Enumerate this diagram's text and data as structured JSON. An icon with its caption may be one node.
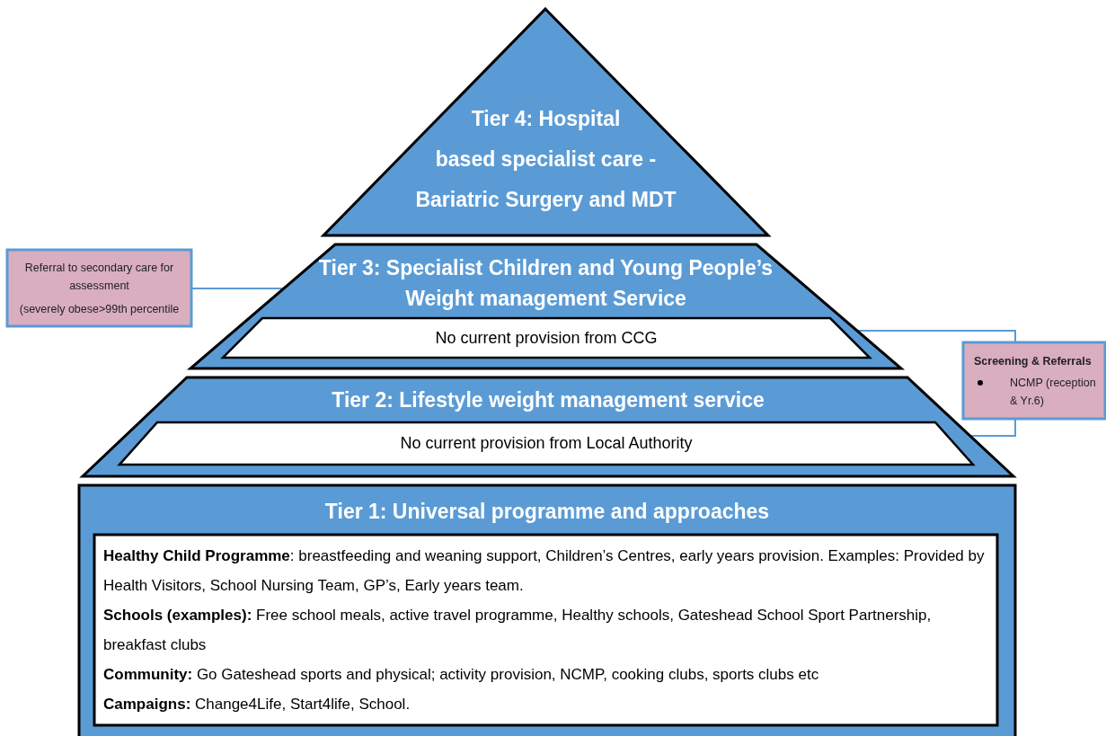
{
  "diagram": {
    "nodes": [
      {
        "text": [
          "Tier 4: Hospital based specialist care - Bariatric Surgery and MDT"
        ]
      },
      {
        "text": [
          "Tier 3: Specialist Children and Young People’s Weight management Service"
        ]
      },
      {
        "text": [
          "No current provision from CCG"
        ],
        "in": 1
      },
      {
        "text": [
          "Tier 2: Lifestyle weight management service"
        ]
      },
      {
        "text": [
          "No current provision from Local Authority"
        ],
        "in": 3
      },
      {
        "text": [
          "Tier 1: Universal programme and approaches"
        ]
      },
      {
        "text": [
          "**Healthy Child Programme**: breastfeeding and weaning support, Children’s Centres, early years provision. Examples: Provided by Health Visitors, School Nursing Team, GP’s, Early years team.",
          "**Schools (examples):** Free school meals, active travel programme, Healthy schools, Gateshead School Sport Partnership, breakfast clubs",
          "**Community:** Go Gateshead sports and physical; activity provision, NCMP, cooking clubs, sports clubs etc",
          "**Campaigns:** Change4Life, Start4life, School."
        ],
        "in": 5
      },
      {
        "text": [
          "Referral to secondary care for assessment",
          "(severely obese>99th percentile"
        ]
      },
      {
        "text": [
          "Screening & Referrals",
          "NCMP (reception & Yr.6)"
        ]
      }
    ],
    "edges": [
      {
        "from": 7,
        "to": 1,
        "arrow": "none"
      },
      {
        "from": 8,
        "to": 1,
        "arrow": "none"
      },
      {
        "from": 8,
        "to": 3,
        "arrow": "none"
      }
    ]
  }
}
